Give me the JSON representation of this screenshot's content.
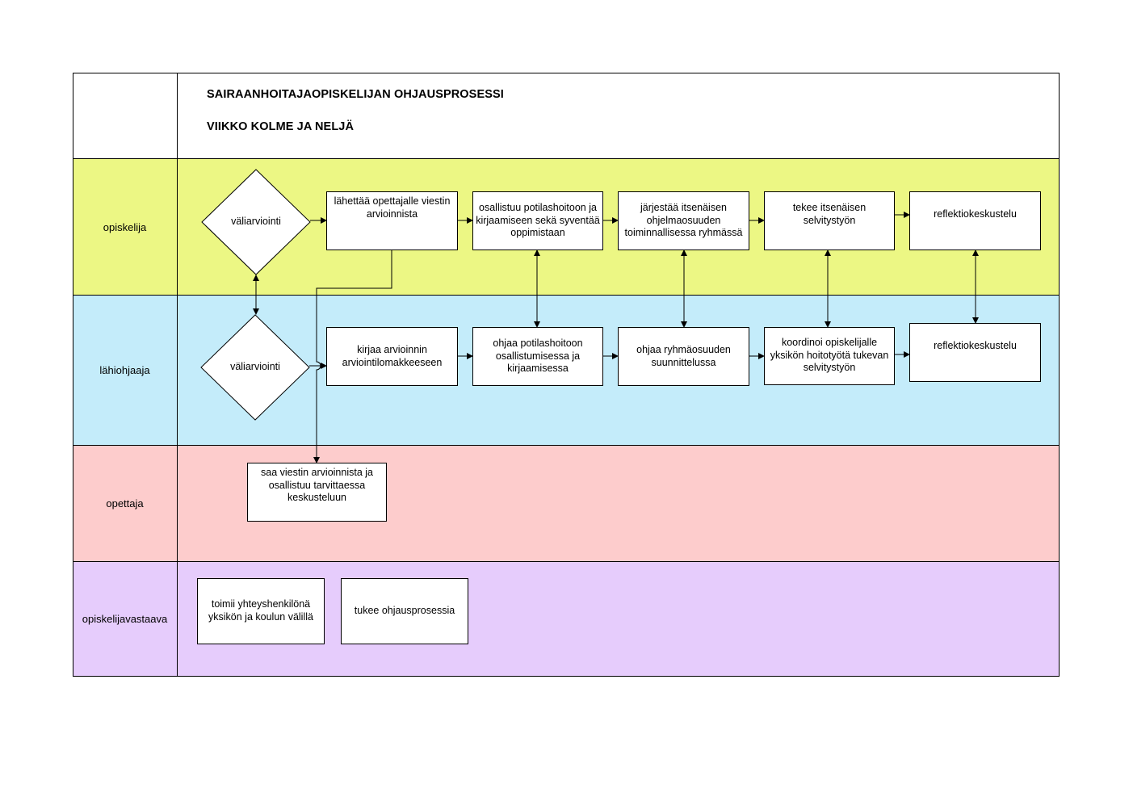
{
  "header": {
    "title": "SAIRAANHOITAJAOPISKELIJAN OHJAUSPROSESSI",
    "subtitle": "VIIKKO KOLME JA NELJÄ"
  },
  "lanes": {
    "opiskelija": {
      "label": "opiskelija",
      "color": "#ecf784"
    },
    "lahiohjaaja": {
      "label": "lähiohjaaja",
      "color": "#c4ecfa"
    },
    "opettaja": {
      "label": "opettaja",
      "color": "#fdcccc"
    },
    "opiskelijavastaava": {
      "label": "opiskelijavastaava",
      "color": "#e6ccfc"
    }
  },
  "nodes": {
    "op_valiarviointi": "väliarviointi",
    "op_lahettaa": "lähettää opettajalle viestin arvioinnista",
    "op_osallistuu": "osallistuu potilashoitoon ja kirjaamiseen sekä syventää oppimistaan",
    "op_jarjestaa": "järjestää itsenäisen ohjelmaosuuden toiminnallisessa ryhmässä",
    "op_tekee": "tekee itsenäisen selvitystyön",
    "op_reflektio": "reflektiokeskustelu",
    "lo_valiarviointi": "väliarviointi",
    "lo_kirjaa": "kirjaa arvioinnin arviointilomakkeeseen",
    "lo_ohjaa_potilas": "ohjaa potilashoitoon osallistumisessa ja kirjaamisessa",
    "lo_ohjaa_ryhma": "ohjaa ryhmäosuuden suunnittelussa",
    "lo_koordinoi": "koordinoi opiskelijalle yksikön hoitotyötä tukevan selvitystyön",
    "lo_reflektio": "reflektiokeskustelu",
    "ope_saa": "saa viestin arvioinnista ja osallistuu tarvittaessa keskusteluun",
    "ov_toimii": "toimii yhteyshenkilönä yksikön ja koulun välillä",
    "ov_tukee": "tukee ohjausprosessia"
  }
}
